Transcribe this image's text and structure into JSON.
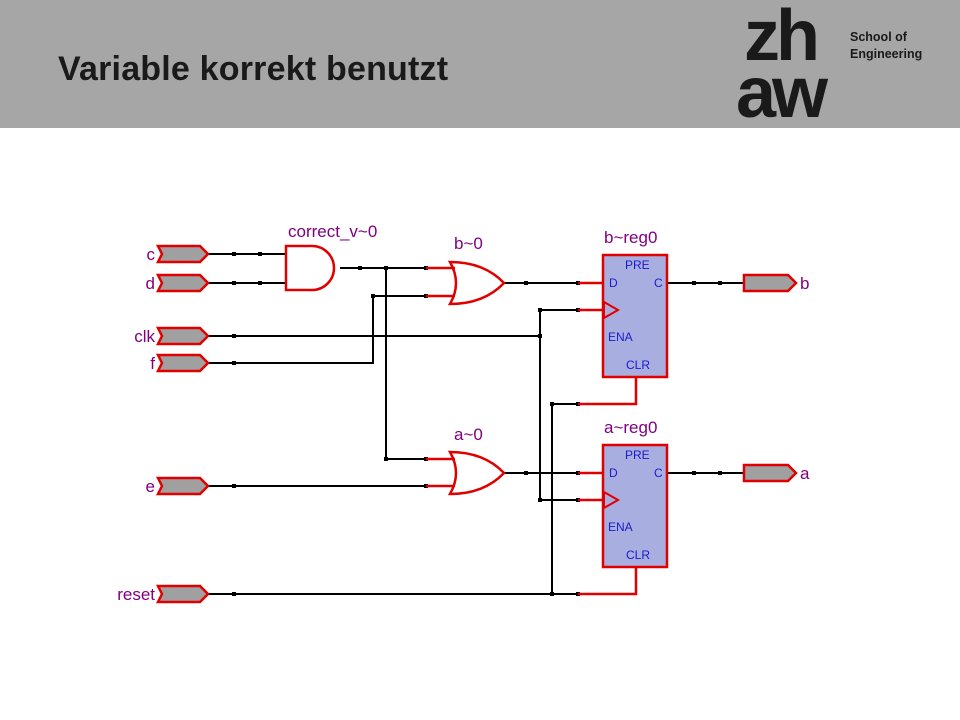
{
  "header": {
    "title": "Variable korrekt benutzt",
    "school_line1": "School of",
    "school_line2": "Engineering",
    "logo_top": "zh",
    "logo_bottom": "aw"
  },
  "schematic": {
    "inputs": {
      "c": "c",
      "d": "d",
      "clk": "clk",
      "f": "f",
      "e": "e",
      "reset": "reset"
    },
    "outputs": {
      "b": "b",
      "a": "a"
    },
    "gates": {
      "and_label": "correct_v~0",
      "or_b_label": "b~0",
      "or_a_label": "a~0"
    },
    "registers": {
      "b_reg": {
        "label": "b~reg0",
        "pre": "PRE",
        "d": "D",
        "q": "C",
        "ena": "ENA",
        "clr": "CLR"
      },
      "a_reg": {
        "label": "a~reg0",
        "pre": "PRE",
        "d": "D",
        "q": "C",
        "ena": "ENA",
        "clr": "CLR"
      }
    },
    "colors": {
      "wire": "#000000",
      "symbol_outline": "#e00000",
      "register_fill": "#a9aee0",
      "pin_fill": "#a0a0a0",
      "label": "#800080",
      "register_text": "#1a1acc",
      "header_bg": "#a6a6a6"
    }
  }
}
